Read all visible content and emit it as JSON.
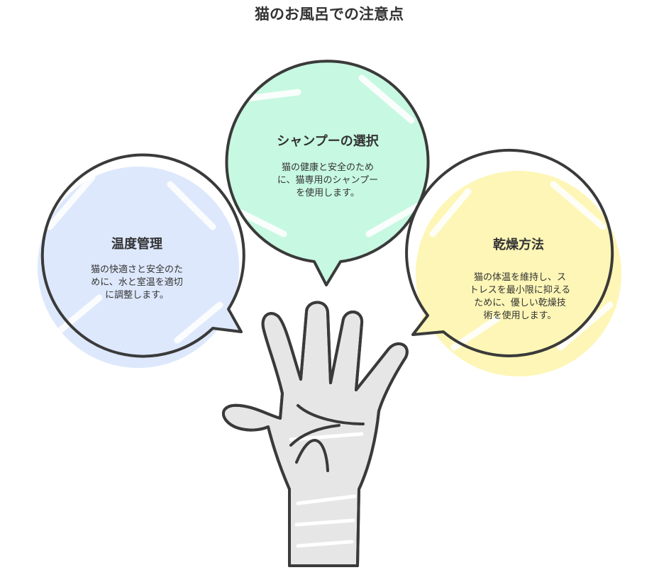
{
  "title": "猫のお風呂での注意点",
  "bubbles": [
    {
      "title": "温度管理",
      "body_lines": [
        "猫の快適さと安全のた",
        "めに、水と室温を適切",
        "に調整します。"
      ],
      "color": "#dde8fc"
    },
    {
      "title": "シャンプーの選択",
      "body_lines": [
        "猫の健康と安全のため",
        "に、猫専用のシャンプー",
        "を使用します。"
      ],
      "color": "#c7f8e2"
    },
    {
      "title": "乾燥方法",
      "body_lines": [
        "猫の体温を維持し、ス",
        "トレスを最小限に抑える",
        "ために、優しい乾燥技",
        "術を使用します。"
      ],
      "color": "#fdf6b6"
    }
  ],
  "hand": {
    "fill_color": "#e6e6e6",
    "outline_color": "#3a3a3a"
  }
}
